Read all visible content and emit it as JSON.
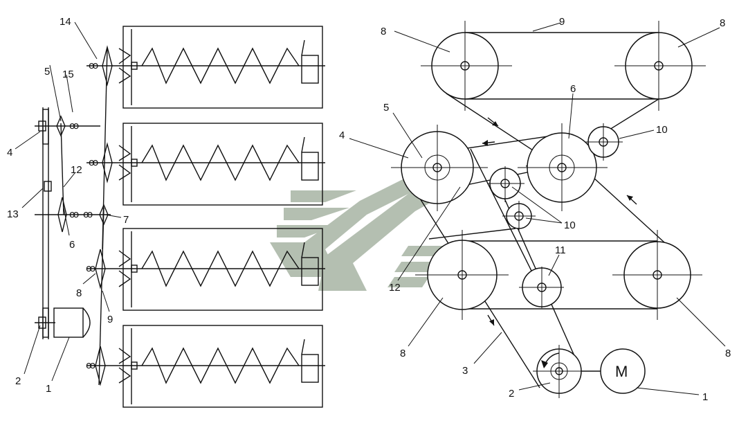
{
  "left_labels": {
    "l1": "1",
    "l2": "2",
    "l4": "4",
    "l5": "5",
    "l6": "6",
    "l7": "7",
    "l8": "8",
    "l9": "9",
    "l12": "12",
    "l13": "13",
    "l14": "14",
    "l15": "15"
  },
  "right_labels": {
    "r1": "1",
    "r2": "2",
    "r3": "3",
    "r4": "4",
    "r5": "5",
    "r6": "6",
    "r8a": "8",
    "r8b": "8",
    "r8c": "8",
    "r8d": "8",
    "r9": "9",
    "r10a": "10",
    "r10b": "10",
    "r11": "11",
    "r12": "12"
  },
  "motor_label": "M",
  "colors": {
    "line": "#111111",
    "watermark": "#a8b4a4"
  }
}
